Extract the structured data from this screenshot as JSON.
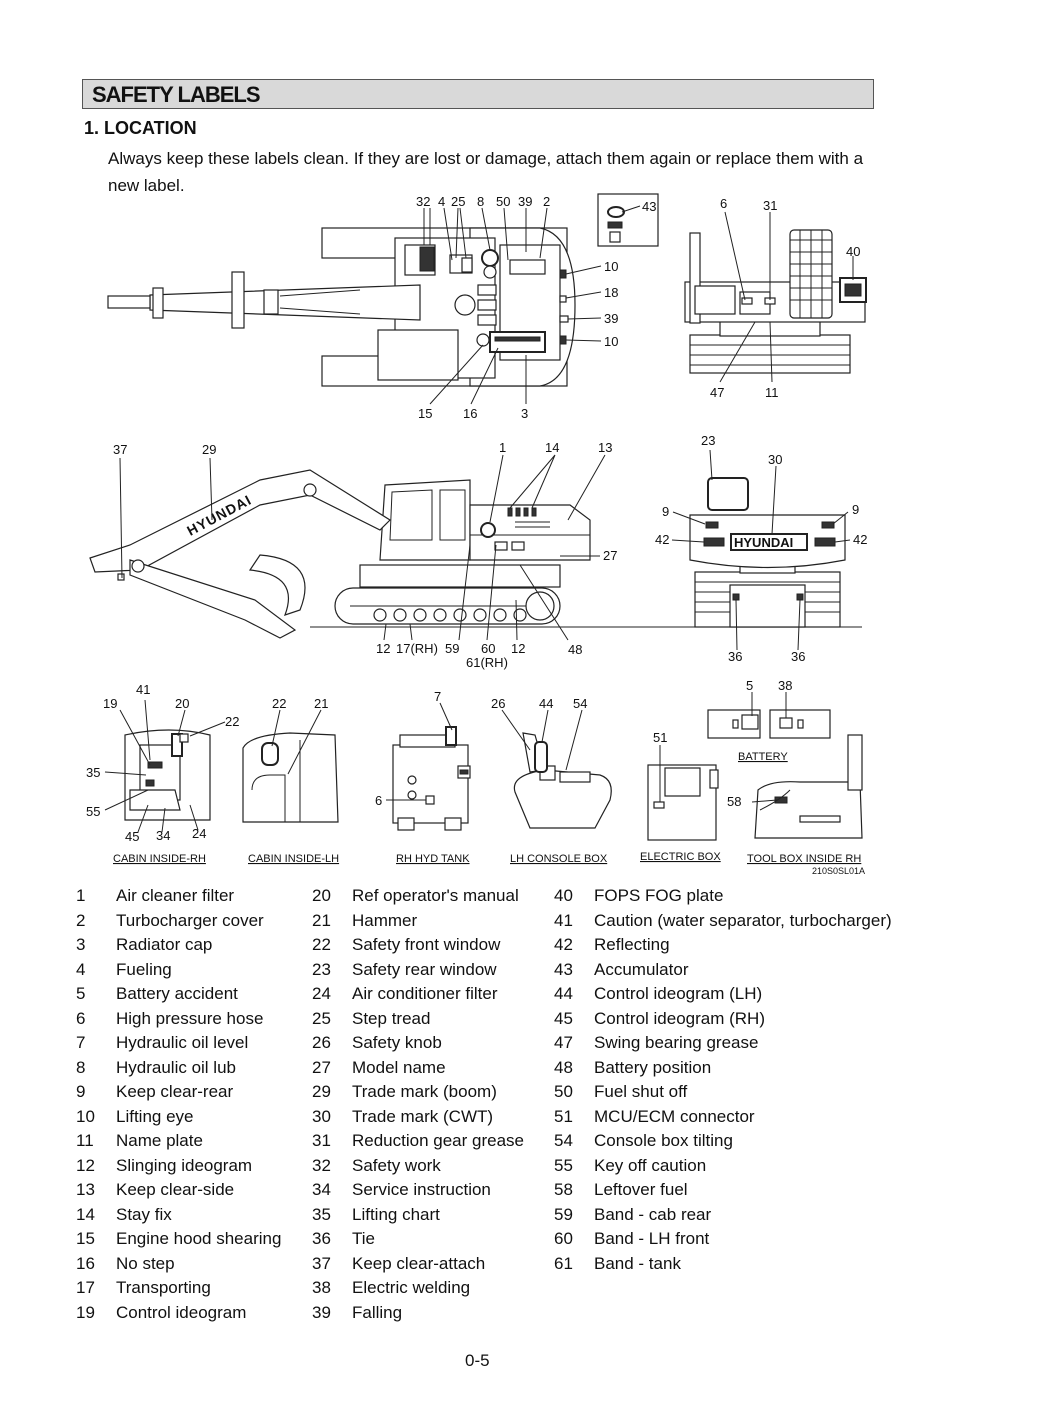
{
  "header": {
    "title": "SAFETY LABELS"
  },
  "section": {
    "title": "1.  LOCATION",
    "intro": "Always keep these labels clean.  If they are lost or damage, attach them again or replace them with a new label."
  },
  "figure": {
    "callouts": {
      "top_view": [
        "32",
        "4",
        "25",
        "8",
        "50",
        "39",
        "2",
        "43",
        "10",
        "18",
        "39",
        "10",
        "15",
        "16",
        "3"
      ],
      "rear_view": [
        "6",
        "31",
        "40",
        "47",
        "11"
      ],
      "side_view": [
        "37",
        "29",
        "1",
        "14",
        "13",
        "27",
        "12",
        "17(RH)",
        "59",
        "60",
        "61(RH)",
        "12",
        "48"
      ],
      "cwt_view": [
        "23",
        "30",
        "9",
        "9",
        "42",
        "42",
        "36",
        "36"
      ],
      "cabin_rh": [
        "41",
        "19",
        "20",
        "22",
        "35",
        "55",
        "45",
        "34",
        "24"
      ],
      "cabin_lh": [
        "22",
        "21"
      ],
      "tank": [
        "7",
        "6"
      ],
      "console": [
        "26",
        "44",
        "54"
      ],
      "battery": [
        "5",
        "38"
      ],
      "elec": [
        "51"
      ],
      "toolbox": [
        "58"
      ]
    },
    "hyundai_logo": "HYUNDAI",
    "captions": {
      "cabin_rh": "CABIN INSIDE-RH",
      "cabin_lh": "CABIN INSIDE-LH",
      "tank": "RH HYD TANK",
      "console": "LH CONSOLE BOX",
      "elec": "ELECTRIC BOX",
      "toolbox": "TOOL BOX INSIDE RH",
      "battery": "BATTERY"
    },
    "drawing_code": "210S0SL01A"
  },
  "legend": {
    "col1": [
      {
        "num": "1",
        "label": "Air cleaner filter"
      },
      {
        "num": "2",
        "label": "Turbocharger cover"
      },
      {
        "num": "3",
        "label": "Radiator cap"
      },
      {
        "num": "4",
        "label": "Fueling"
      },
      {
        "num": "5",
        "label": "Battery accident"
      },
      {
        "num": "6",
        "label": "High pressure hose"
      },
      {
        "num": "7",
        "label": "Hydraulic oil level"
      },
      {
        "num": "8",
        "label": "Hydraulic oil lub"
      },
      {
        "num": "9",
        "label": "Keep clear-rear"
      },
      {
        "num": "10",
        "label": "Lifting eye"
      },
      {
        "num": "11",
        "label": "Name plate"
      },
      {
        "num": "12",
        "label": "Slinging ideogram"
      },
      {
        "num": "13",
        "label": "Keep clear-side"
      },
      {
        "num": "14",
        "label": "Stay fix"
      },
      {
        "num": "15",
        "label": "Engine hood shearing"
      },
      {
        "num": "16",
        "label": "No step"
      },
      {
        "num": "17",
        "label": "Transporting"
      },
      {
        "num": "19",
        "label": "Control ideogram"
      }
    ],
    "col2": [
      {
        "num": "20",
        "label": "Ref operator's manual"
      },
      {
        "num": "21",
        "label": "Hammer"
      },
      {
        "num": "22",
        "label": "Safety front window"
      },
      {
        "num": "23",
        "label": "Safety rear window"
      },
      {
        "num": "24",
        "label": "Air conditioner filter"
      },
      {
        "num": "25",
        "label": "Step tread"
      },
      {
        "num": "26",
        "label": "Safety knob"
      },
      {
        "num": "27",
        "label": "Model name"
      },
      {
        "num": "29",
        "label": "Trade mark (boom)"
      },
      {
        "num": "30",
        "label": "Trade mark (CWT)"
      },
      {
        "num": "31",
        "label": "Reduction gear grease"
      },
      {
        "num": "32",
        "label": "Safety work"
      },
      {
        "num": "34",
        "label": "Service instruction"
      },
      {
        "num": "35",
        "label": "Lifting chart"
      },
      {
        "num": "36",
        "label": "Tie"
      },
      {
        "num": "37",
        "label": "Keep clear-attach"
      },
      {
        "num": "38",
        "label": "Electric welding"
      },
      {
        "num": "39",
        "label": "Falling"
      }
    ],
    "col3": [
      {
        "num": "40",
        "label": "FOPS FOG plate"
      },
      {
        "num": "41",
        "label": "Caution (water separator, turbocharger)"
      },
      {
        "num": "42",
        "label": "Reflecting"
      },
      {
        "num": "43",
        "label": "Accumulator"
      },
      {
        "num": "44",
        "label": "Control ideogram (LH)"
      },
      {
        "num": "45",
        "label": "Control ideogram (RH)"
      },
      {
        "num": "47",
        "label": "Swing bearing grease"
      },
      {
        "num": "48",
        "label": "Battery position"
      },
      {
        "num": "50",
        "label": "Fuel shut off"
      },
      {
        "num": "51",
        "label": "MCU/ECM connector"
      },
      {
        "num": "54",
        "label": "Console box tilting"
      },
      {
        "num": "55",
        "label": "Key off caution"
      },
      {
        "num": "58",
        "label": "Leftover fuel"
      },
      {
        "num": "59",
        "label": "Band - cab rear"
      },
      {
        "num": "60",
        "label": "Band - LH front"
      },
      {
        "num": "61",
        "label": "Band - tank"
      }
    ]
  },
  "page_number": "0-5"
}
